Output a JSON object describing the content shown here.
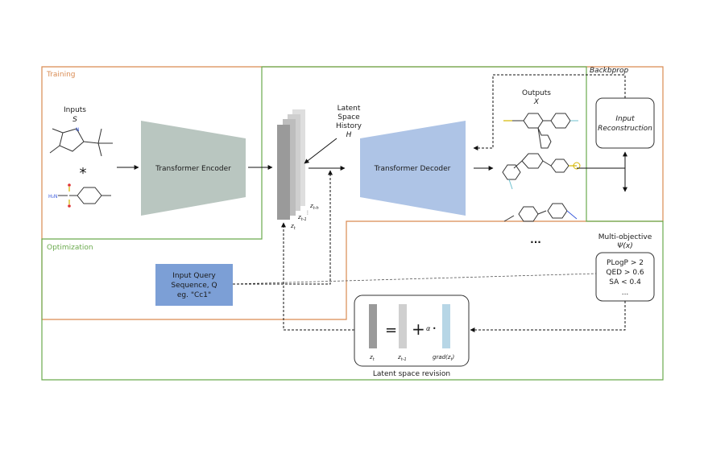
{
  "sections": {
    "training": "Training",
    "optimization": "Optimization"
  },
  "inputs": {
    "title": "Inputs",
    "symbol": "S",
    "operator": "*"
  },
  "encoder": {
    "label": "Transformer Encoder"
  },
  "decoder": {
    "label": "Transformer Decoder"
  },
  "latent": {
    "title_line1": "Latent",
    "title_line2": "Space",
    "title_line3": "History",
    "symbol": "H",
    "z_t": "z",
    "z_t_sub": "t",
    "z_t1": "z",
    "z_t1_sub": "t-1",
    "z_th": "z",
    "z_th_sub": "t-h"
  },
  "outputs": {
    "title": "Outputs",
    "symbol": "X",
    "ellipsis": "..."
  },
  "backprop": {
    "label": "Backbprop"
  },
  "reconstruction": {
    "line1": "Input",
    "line2": "Reconstruction"
  },
  "query": {
    "line1": "Input Query",
    "line2": "Sequence, Q",
    "line3": "eg. \"Cc1\""
  },
  "multiobjective": {
    "title": "Multi-objective",
    "symbol": "Ψ(x)",
    "constraints": [
      "PLogP > 2",
      "QED > 0.6",
      "SA < 0.4",
      "..."
    ]
  },
  "revision": {
    "label": "Latent space revision",
    "equals": "=",
    "plus": "+",
    "alpha": "α •",
    "zt": "z",
    "zt_sub": "t",
    "zt1": "z",
    "zt1_sub": "t-1",
    "grad": "grad(z",
    "grad_sub": "t",
    "grad_close": ")"
  },
  "colors": {
    "training_border": "#d98b52",
    "optimization_border": "#6aaa4d",
    "encoder": "#b9c6c0",
    "decoder": "#aec4e6",
    "query_box": "#7c9fd6",
    "latent_dark": "#9a9a9a",
    "grad_bar": "#b7d6e6"
  }
}
